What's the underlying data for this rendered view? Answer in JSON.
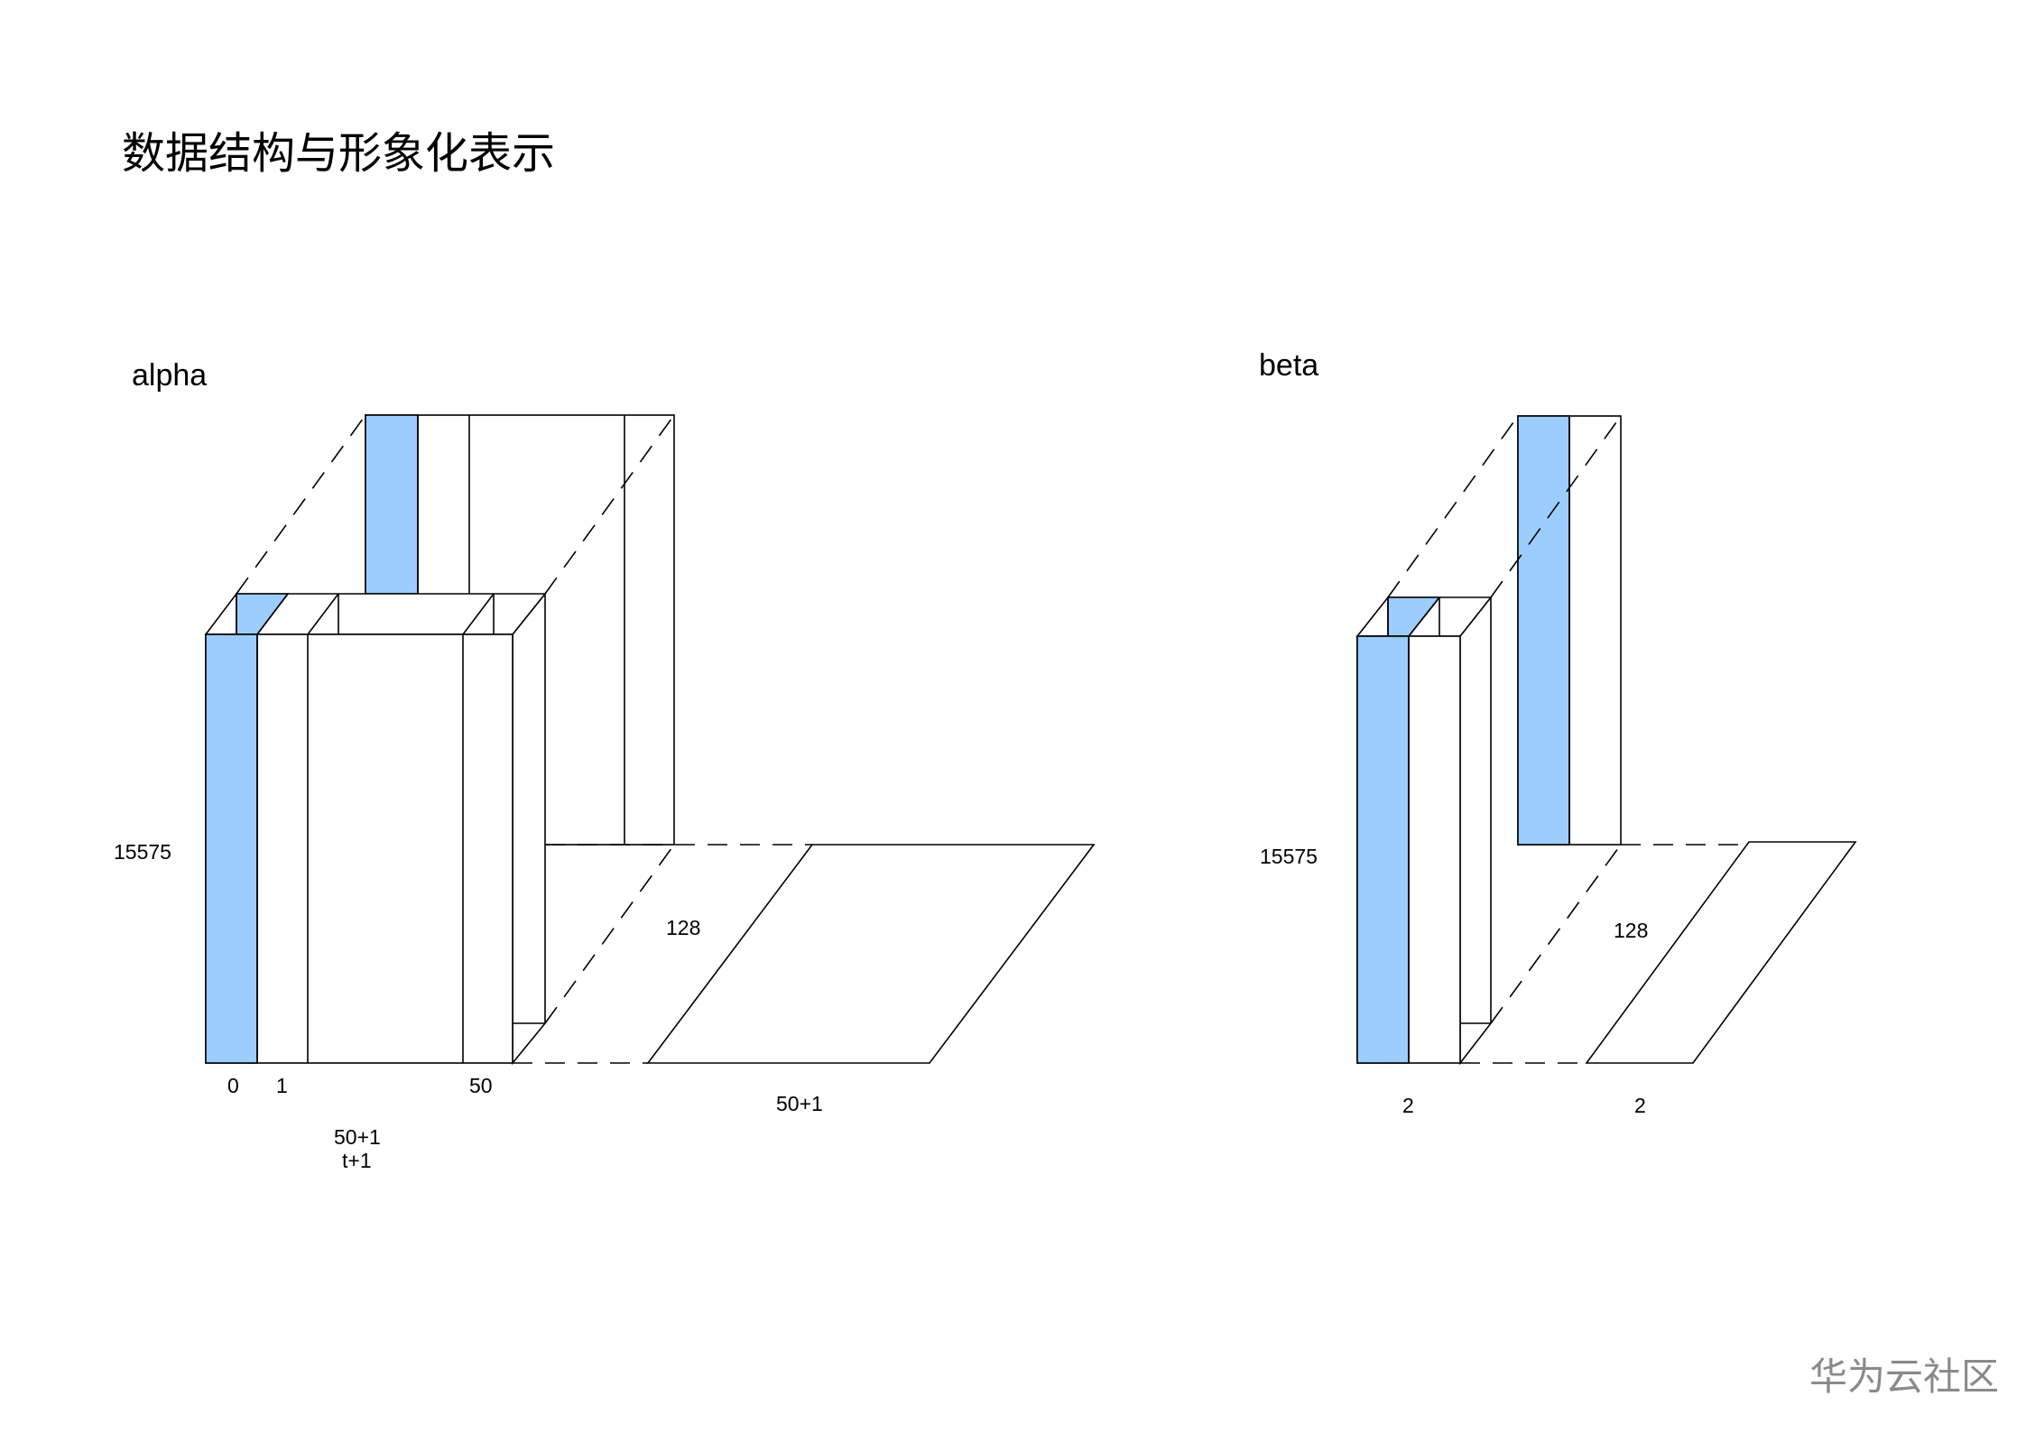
{
  "title": "数据结构与形象化表示",
  "colors": {
    "highlight": "#9ccdfc",
    "stroke": "#000000",
    "watermark": "#8a8a8a"
  },
  "alpha": {
    "label": "alpha",
    "rows_label": "15575",
    "depth_label": "128",
    "col_labels": [
      "0",
      "1",
      "50"
    ],
    "width_label_line1": "50+1",
    "width_label_line2": "t+1",
    "plane_label": "50+1"
  },
  "beta": {
    "label": "beta",
    "rows_label": "15575",
    "depth_label": "128",
    "width_label": "2",
    "plane_label": "2"
  },
  "watermark": "华为云社区"
}
